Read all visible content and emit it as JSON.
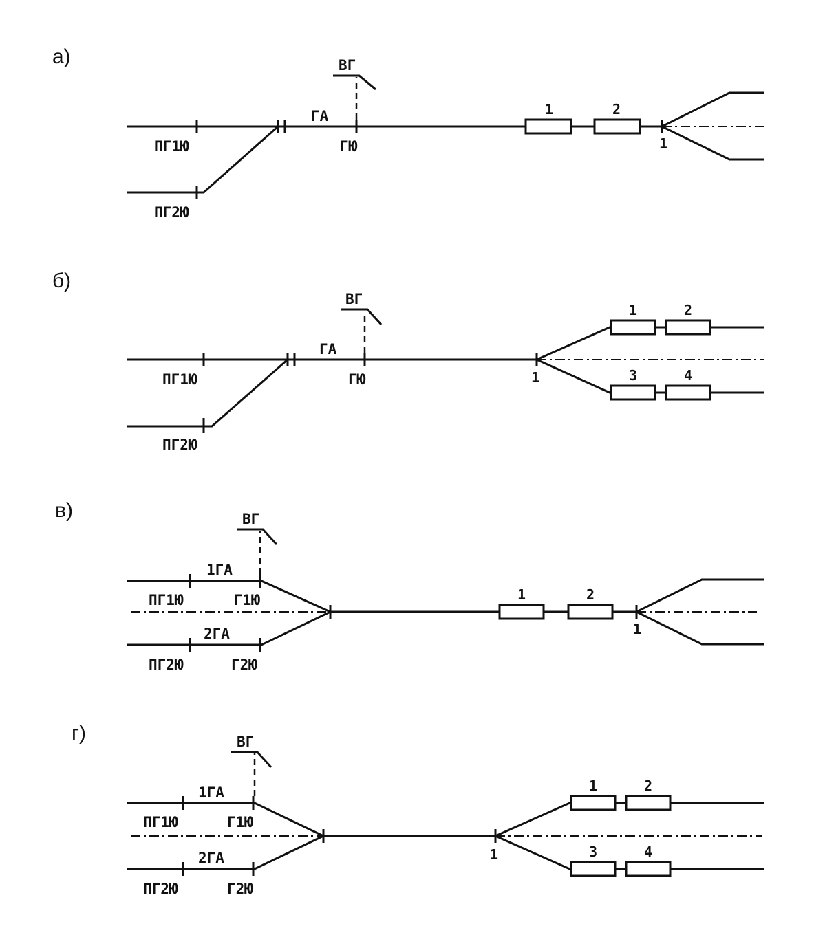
{
  "panels": [
    {
      "letter": "а)",
      "vg": "ВГ",
      "ga": "ГА",
      "gyu": "ГЮ",
      "pg1yu": "ПГ1Ю",
      "pg2yu": "ПГ2Ю",
      "boxes": [
        "1",
        "2"
      ],
      "switch": "1"
    },
    {
      "letter": "б)",
      "vg": "ВГ",
      "ga": "ГА",
      "gyu": "ГЮ",
      "pg1yu": "ПГ1Ю",
      "pg2yu": "ПГ2Ю",
      "boxes": [
        "1",
        "2",
        "3",
        "4"
      ],
      "switch": "1"
    },
    {
      "letter": "в)",
      "vg": "ВГ",
      "ga1": "1ГА",
      "ga2": "2ГА",
      "pg1yu": "ПГ1Ю",
      "g1yu": "Г1Ю",
      "pg2yu": "ПГ2Ю",
      "g2yu": "Г2Ю",
      "boxes": [
        "1",
        "2"
      ],
      "switch": "1"
    },
    {
      "letter": "г)",
      "vg": "ВГ",
      "ga1": "1ГА",
      "ga2": "2ГА",
      "pg1yu": "ПГ1Ю",
      "g1yu": "Г1Ю",
      "pg2yu": "ПГ2Ю",
      "g2yu": "Г2Ю",
      "boxes": [
        "1",
        "2",
        "3",
        "4"
      ],
      "switch": "1"
    }
  ]
}
